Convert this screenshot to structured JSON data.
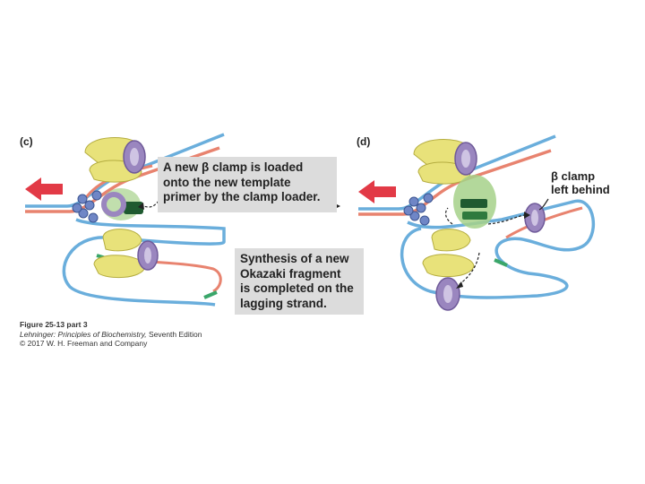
{
  "panels": {
    "c": {
      "label": "(c)"
    },
    "d": {
      "label": "(d)"
    }
  },
  "callouts": {
    "clamp_loaded": [
      "A new β clamp is loaded",
      "onto the new template",
      "primer by the clamp loader."
    ],
    "synthesis": [
      "Synthesis of a new",
      "Okazaki fragment",
      "is completed on the",
      "lagging strand."
    ],
    "clamp_left": [
      "β clamp",
      "left behind"
    ]
  },
  "caption": {
    "figure": "Figure 25-13 part 3",
    "book_title": "Lehninger: Principles of Biochemistry,",
    "edition": " Seventh Edition",
    "copyright": "© 2017 W. H. Freeman and Company"
  },
  "colors": {
    "blue_strand": "#6aaedc",
    "red_strand": "#e8836f",
    "green_primer": "#3aa66a",
    "yellow_polymerase": "#e8e27a",
    "purple_clamp": "#9a86bf",
    "clamp_loader_green": "#5a9a4a",
    "helicase_blue": "#6f86c6",
    "arrow_red": "#e23a46",
    "callout_bg": "#dcdcdc"
  }
}
